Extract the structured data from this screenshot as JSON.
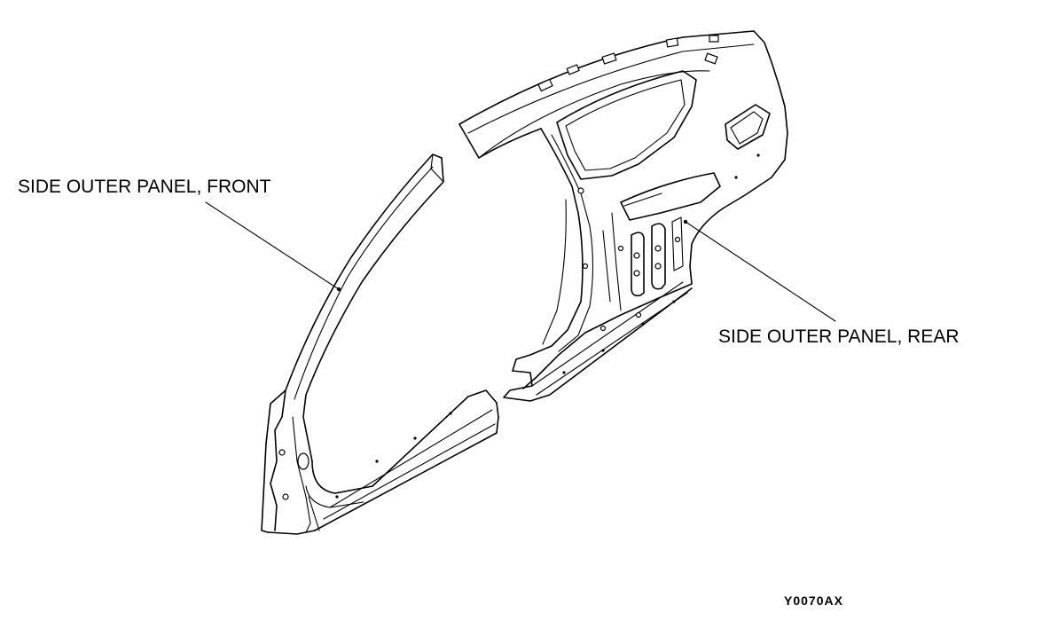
{
  "labels": {
    "front": "SIDE OUTER PANEL, FRONT",
    "rear": "SIDE OUTER PANEL, REAR",
    "code": "Y0070AX"
  },
  "colors": {
    "line": "#000000",
    "background": "#ffffff"
  }
}
